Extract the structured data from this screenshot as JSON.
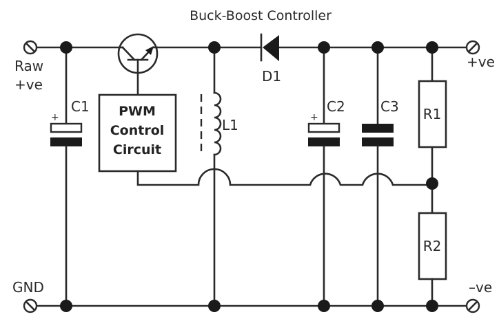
{
  "title": "Buck-Boost Controller",
  "terminals": {
    "raw_pos": [
      "Raw",
      "+ve"
    ],
    "out_pos": "+ve",
    "gnd": "GND",
    "out_neg": "–ve"
  },
  "components": {
    "c1": {
      "label": "C1",
      "polarity": "+"
    },
    "c2": {
      "label": "C2",
      "polarity": "+"
    },
    "c3": {
      "label": "C3"
    },
    "d1": {
      "label": "D1"
    },
    "l1": {
      "label": "L1"
    },
    "r1": {
      "label": "R1"
    },
    "r2": {
      "label": "R2"
    },
    "pwm": {
      "lines": [
        "PWM",
        "Control",
        "Circuit"
      ]
    }
  },
  "colors": {
    "ink": "#2a2a2a",
    "node": "#1a1a1a",
    "background": "#ffffff"
  }
}
